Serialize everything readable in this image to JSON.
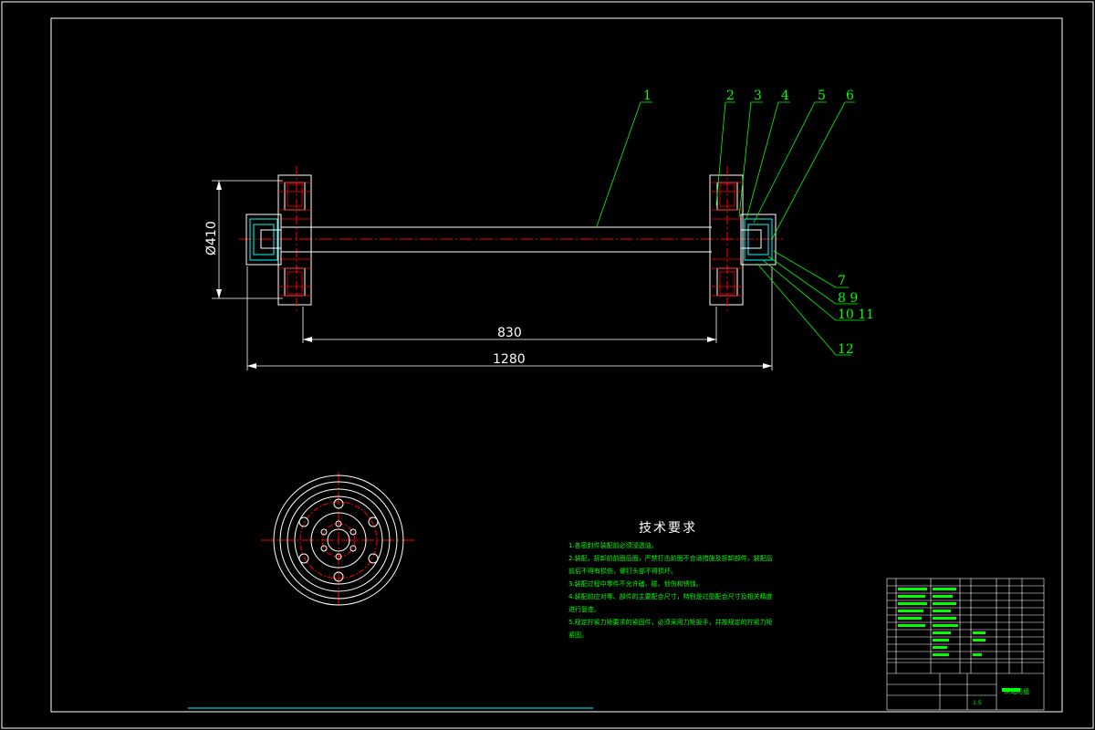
{
  "drawing": {
    "part_numbers": [
      "1",
      "2",
      "3",
      "4",
      "5",
      "6",
      "7",
      "8 9",
      "10 11",
      "12"
    ],
    "dimensions": {
      "diameter": "Ø410",
      "inner_length": "830",
      "overall_length": "1280"
    }
  },
  "technical_requirements": {
    "title": "技术要求",
    "items": [
      "1.各密封件装配前必须浸透油。",
      "2.装配，拆卸前前面后面，严禁打击前面不合适措施及拆卸部件，装配后前后不得有损伤，螺钉头部不得损坏。",
      "3.装配过程中零件不允许磕、碰、划伤和锈蚀。",
      "4.装配前应对零、部件的主要配合尺寸，特别是过盈配合尺寸及相关精度进行复查。",
      "5.规定拧紧力矩要求的紧固件，必须采用力矩扳手，并按规定的拧紧力矩紧固。"
    ]
  },
  "title_block": {
    "drawing_name": "从动轮组",
    "scale": "1:5"
  },
  "colors": {
    "background": "#000000",
    "frame": "#ffffff",
    "leader": "#00ff00",
    "centerline": "#ff0000",
    "part": "#ffffff",
    "hatch": "#ff0000",
    "bearing": "#00ffff"
  }
}
